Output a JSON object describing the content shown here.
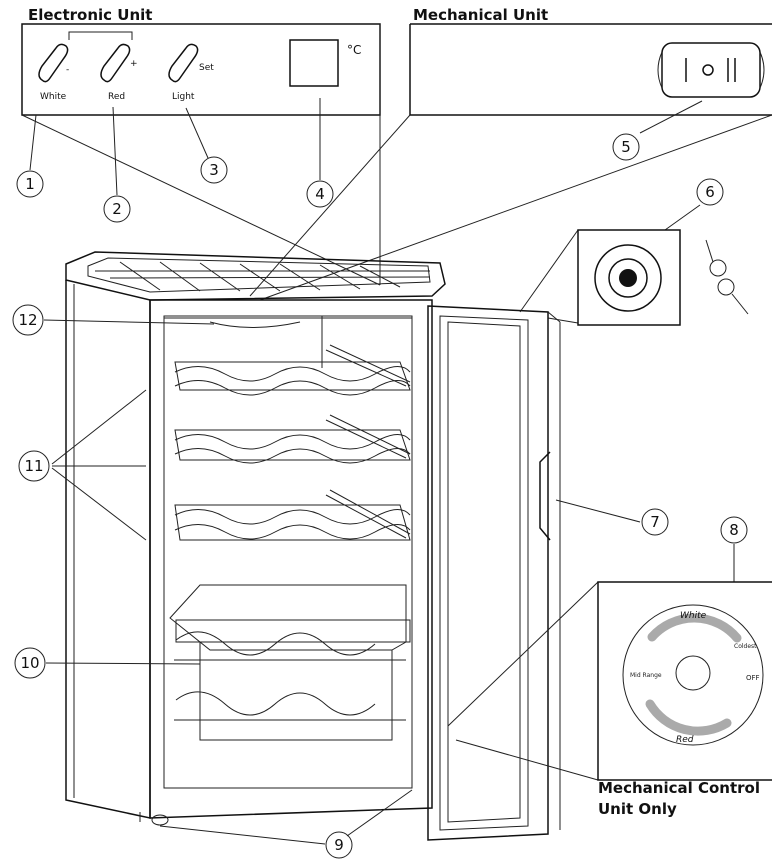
{
  "headings": {
    "electronic_unit": "Electronic Unit",
    "mechanical_unit": "Mechanical Unit",
    "mechanical_only_line1": "Mechanical Control",
    "mechanical_only_line2": "Unit Only"
  },
  "electronic_panel": {
    "button_labels": [
      "White",
      "Red",
      "Light"
    ],
    "minus_sign": "-",
    "plus_sign": "+",
    "set_label": "Set",
    "unit": "°C"
  },
  "dial": {
    "white": "White",
    "red": "Red",
    "coldest": "Coldest",
    "mid_range": "Mid Range",
    "off": "OFF"
  },
  "callouts": [
    "1",
    "2",
    "3",
    "4",
    "5",
    "6",
    "7",
    "8",
    "9",
    "10",
    "11",
    "12"
  ],
  "colors": {
    "line": "#111111",
    "dial_arc": "#aaaaaa",
    "background": "#ffffff"
  }
}
